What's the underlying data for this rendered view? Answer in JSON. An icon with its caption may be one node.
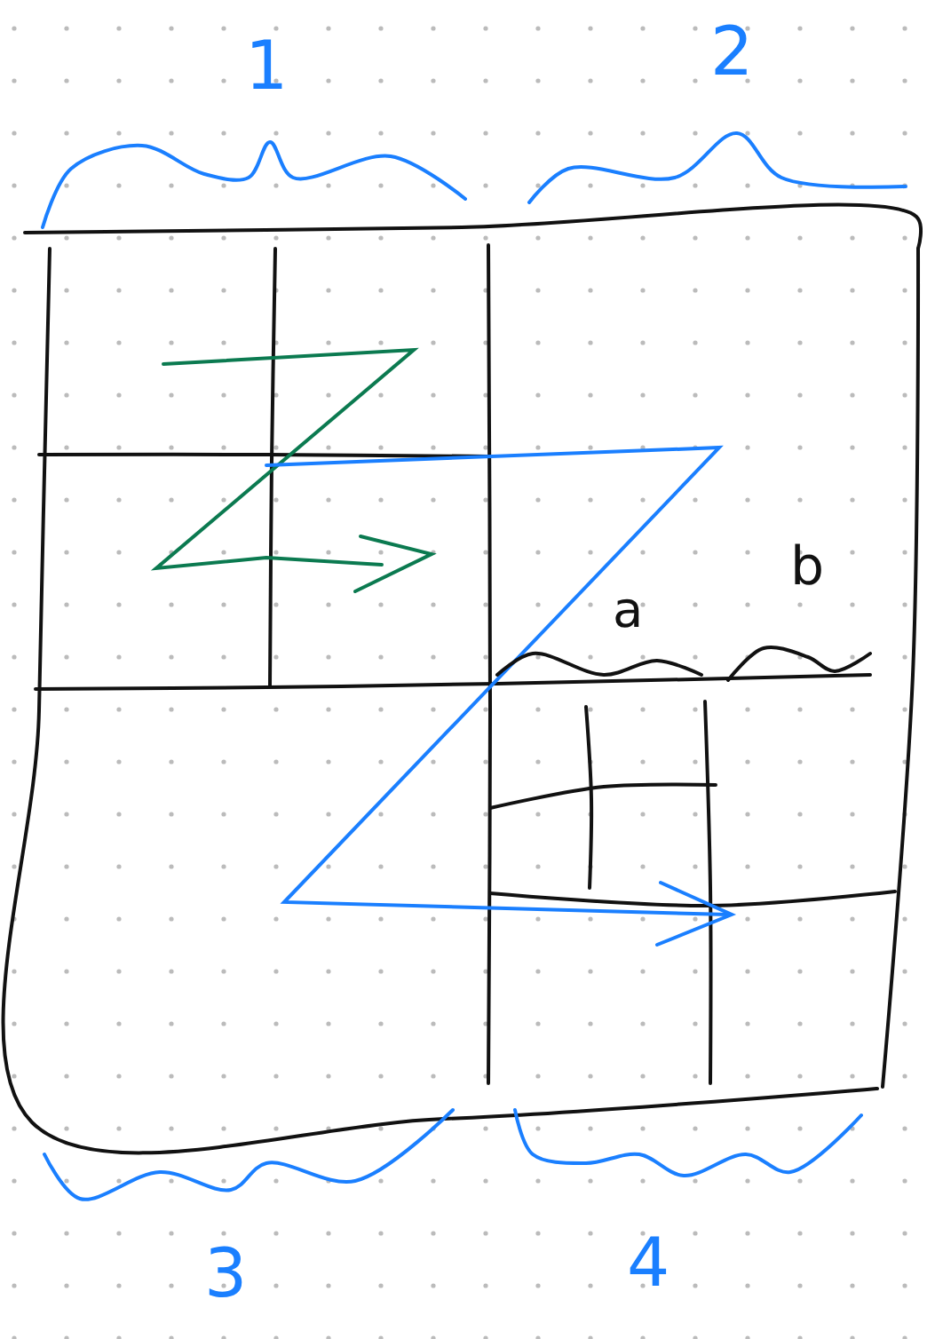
{
  "diagram": {
    "labels": [
      "1",
      "2",
      "a",
      "b",
      "3",
      "4"
    ]
  }
}
